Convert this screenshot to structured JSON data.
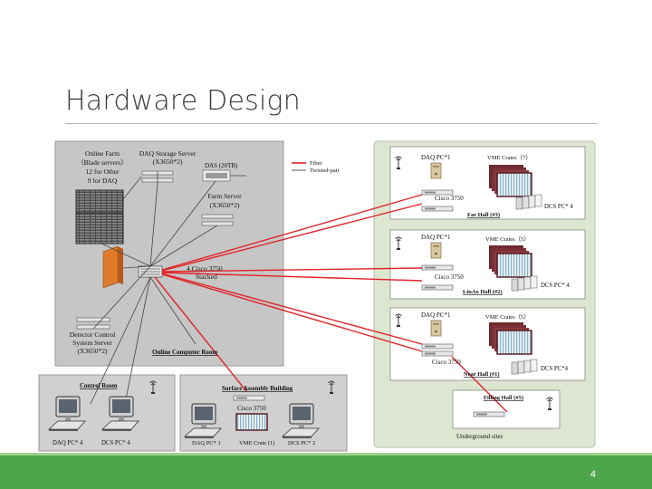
{
  "slide": {
    "title": "Hardware Design",
    "page_number": "4"
  },
  "colors": {
    "fiber": "#e0242a",
    "twisted_pair": "#444444",
    "panel_gray": "#c8c8c8",
    "underground_green": "#dfe8d4",
    "footer_green": "#4ea64a"
  },
  "legend": {
    "fiber": "Fiber",
    "twisted_pair": "Twisted-pair"
  },
  "online_room": {
    "online_farm": [
      "Online Farm",
      "（Blade servers）",
      "12 for Other",
      "9 for DAQ"
    ],
    "daq_storage": [
      "DAQ Storage Server",
      "(X3650*2)"
    ],
    "das": "DAS (20TB)",
    "farm_server": [
      "Farm Server",
      "(X3650*2)"
    ],
    "switch": [
      "4 Cisco 3750",
      "Stacked"
    ],
    "detector_control": [
      "Detector Control",
      "System Server",
      "(X3650*2)"
    ],
    "room_label": "Online Computer Room"
  },
  "control_room": {
    "label": "Control Room",
    "pc1": "DAQ PC* 4",
    "pc2": "DCS PC* 4"
  },
  "surface_building": {
    "label": "Surface Assembly Building",
    "switch": "Cisco 3750",
    "pc1": "DAQ PC* 1",
    "crate": "VME Crate (1)",
    "pc2": "DCS PC* 2"
  },
  "underground": {
    "label": "Underground sites",
    "halls": [
      {
        "daq": "DAQ PC*1",
        "crates": "VME Crates（7）",
        "switch": "Cisco 3750",
        "dcs": "DCS PC* 4",
        "name": "Far Hall (#3)"
      },
      {
        "daq": "DAQ PC*1",
        "crates": "VME Crates（5）",
        "switch": "Cisco 3750",
        "dcs": "DCS PC* 4",
        "name": "LinAo Hall (#2)"
      },
      {
        "daq": "DAQ PC*1",
        "crates": "VME Crates（5）",
        "switch": "Cisco 3750",
        "dcs": "DCS PC*4",
        "name": "Near Hall (#1)"
      }
    ],
    "filling_hall": "Filling Hall (#5)"
  }
}
